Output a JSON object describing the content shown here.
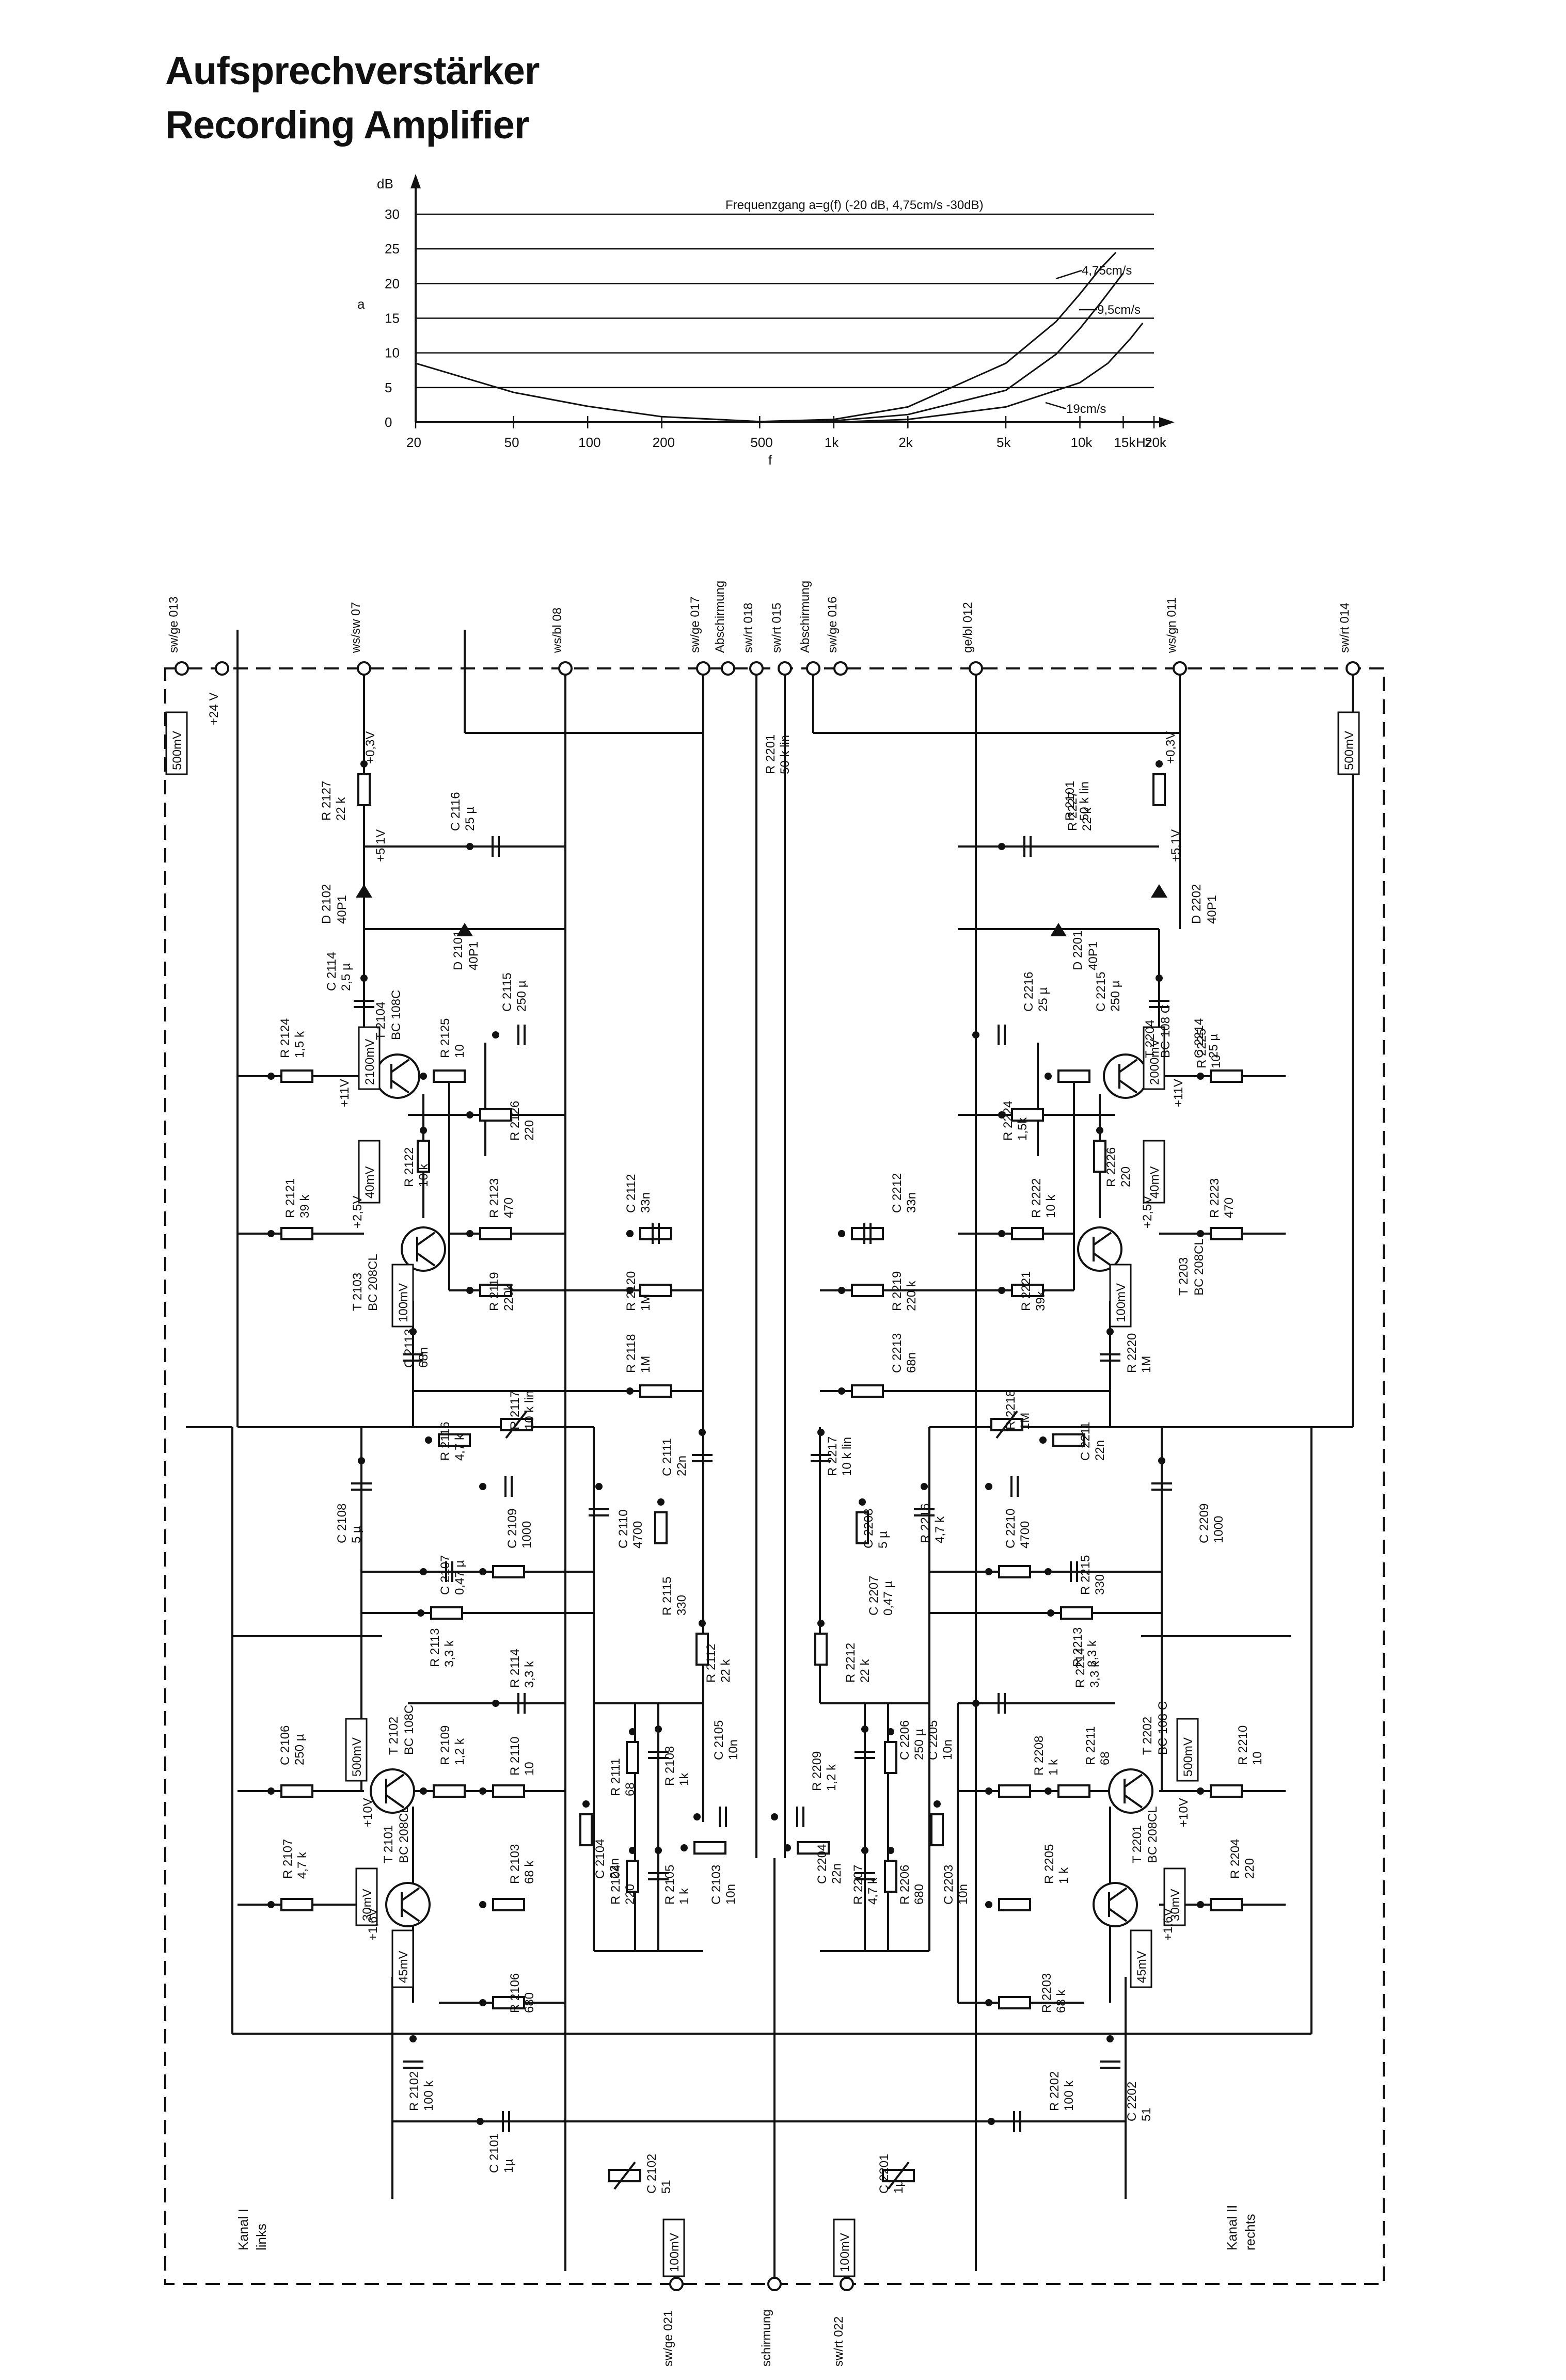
{
  "title": {
    "line1": "Aufsprechverstärker",
    "line2": "Recording Amplifier"
  },
  "chart_data": {
    "type": "line",
    "title": "Frequenzgang a=g(f) (-20 dB, 4,75cm/s -30dB)",
    "ylabel_unit": "dB",
    "ylabel": "a",
    "xlabel": "f",
    "x_unit": "Hz",
    "x_scale": "log",
    "y_ticks": [
      "30",
      "25",
      "20",
      "15",
      "10",
      "5",
      "0"
    ],
    "x_ticks": [
      "20",
      "50",
      "100",
      "200",
      "500",
      "1k",
      "2k",
      "5k",
      "10k",
      "15k",
      "20k"
    ],
    "ylim": [
      0,
      30
    ],
    "xlim": [
      20,
      20000
    ],
    "series": [
      {
        "name": "4,75cm/s",
        "x": [
          20,
          50,
          100,
          200,
          500,
          1000,
          2000,
          5000,
          8000,
          10000,
          12000,
          14000
        ],
        "y": [
          8.5,
          4.3,
          2.3,
          0.8,
          0.1,
          0.4,
          2.2,
          8.5,
          14.5,
          18.5,
          22,
          24.5
        ]
      },
      {
        "name": "9,5cm/s",
        "x": [
          500,
          1000,
          2000,
          5000,
          8000,
          10000,
          12000,
          15000
        ],
        "y": [
          0,
          0.2,
          1.1,
          4.6,
          9.8,
          13.5,
          17,
          21.5
        ]
      },
      {
        "name": "19cm/s",
        "x": [
          1000,
          2000,
          5000,
          10000,
          13000,
          16000,
          18000
        ],
        "y": [
          0,
          0.4,
          2.2,
          5.7,
          8.5,
          12,
          14.3
        ]
      }
    ]
  },
  "schematic": {
    "pins_top": [
      "sw/ge 013",
      "+24 V",
      "ws/sw 07",
      "ws/bl 08",
      "sw/ge 017",
      "Abschirmung",
      "sw/rt 018",
      "sw/rt 015",
      "Abschirmung",
      "sw/ge 016",
      "ge/bl 012",
      "ws/gn 011",
      "sw/rt 014"
    ],
    "pins_bottom": [
      "sw/ge 021",
      "schirmung",
      "sw/rt 022"
    ],
    "channel_left": {
      "label": "Kanal I",
      "side": "links"
    },
    "channel_right": {
      "label": "Kanal II",
      "side": "rechts"
    },
    "boxes": [
      "500mV",
      "500mV",
      "2100mV",
      "40mV",
      "100mV",
      "500mV",
      "30mV",
      "45mV",
      "100mV",
      "2000mV",
      "40mV",
      "100mV",
      "500mV",
      "30mV",
      "45mV",
      "100mV"
    ],
    "voltages": [
      "+0,3V",
      "+5,1V",
      "+11V",
      "+2,5V",
      "+10V",
      "+1,6V",
      "+0,3V",
      "+5,1V",
      "+11V",
      "+2,5V",
      "+10V",
      "+1,6V"
    ],
    "transistors": [
      {
        "ref": "T 2104",
        "type": "BC 108C"
      },
      {
        "ref": "T 2103",
        "type": "BC 208CL"
      },
      {
        "ref": "T 2102",
        "type": "BC 108C"
      },
      {
        "ref": "T 2101",
        "type": "BC 208CL"
      },
      {
        "ref": "T 2204",
        "type": "BC 108 C"
      },
      {
        "ref": "T 2203",
        "type": "BC 208CL"
      },
      {
        "ref": "T 2202",
        "type": "BC 108 C"
      },
      {
        "ref": "T 2201",
        "type": "BC 208CL"
      }
    ],
    "diodes": [
      {
        "ref": "D 2102",
        "value": "40P1"
      },
      {
        "ref": "D 2101",
        "value": "40P1"
      },
      {
        "ref": "D 2201",
        "value": "40P1"
      },
      {
        "ref": "D 2202",
        "value": "40P1"
      }
    ],
    "components": [
      {
        "ref": "R 2127",
        "value": "22 k"
      },
      {
        "ref": "C 2116",
        "value": "25 µ"
      },
      {
        "ref": "C 2114",
        "value": "2,5 µ"
      },
      {
        "ref": "R 2124",
        "value": "1,5 k"
      },
      {
        "ref": "R 2125",
        "value": "10"
      },
      {
        "ref": "C 2115",
        "value": "250 µ"
      },
      {
        "ref": "R 2126",
        "value": "220"
      },
      {
        "ref": "R 2122",
        "value": "10 k"
      },
      {
        "ref": "R 2121",
        "value": "39 k"
      },
      {
        "ref": "R 2123",
        "value": "470"
      },
      {
        "ref": "C 2112",
        "value": "33n"
      },
      {
        "ref": "R 2119",
        "value": "220k"
      },
      {
        "ref": "R 2120",
        "value": "1M"
      },
      {
        "ref": "C 2113",
        "value": "68n"
      },
      {
        "ref": "R 2118",
        "value": "1M"
      },
      {
        "ref": "R 2117",
        "value": "10 k lin"
      },
      {
        "ref": "R 2116",
        "value": "4,7 k"
      },
      {
        "ref": "C 2108",
        "value": "5 µ"
      },
      {
        "ref": "C 2109",
        "value": "1000"
      },
      {
        "ref": "C 2110",
        "value": "4700"
      },
      {
        "ref": "C 2111",
        "value": "22n"
      },
      {
        "ref": "C 2107",
        "value": "0,47 µ"
      },
      {
        "ref": "R 2115",
        "value": "330"
      },
      {
        "ref": "R 2113",
        "value": "3,3 k"
      },
      {
        "ref": "R 2112",
        "value": "22 k"
      },
      {
        "ref": "R 2114",
        "value": "3,3 k"
      },
      {
        "ref": "C 2106",
        "value": "250 µ"
      },
      {
        "ref": "R 2109",
        "value": "1,2 k"
      },
      {
        "ref": "R 2110",
        "value": "10"
      },
      {
        "ref": "R 2111",
        "value": "68"
      },
      {
        "ref": "R 2108",
        "value": "1k"
      },
      {
        "ref": "C 2105",
        "value": "10n"
      },
      {
        "ref": "C 2104",
        "value": "22n"
      },
      {
        "ref": "R 2107",
        "value": "4,7 k"
      },
      {
        "ref": "R 2103",
        "value": "68 k"
      },
      {
        "ref": "R 2104",
        "value": "220"
      },
      {
        "ref": "R 2105",
        "value": "1 k"
      },
      {
        "ref": "C 2103",
        "value": "10n"
      },
      {
        "ref": "R 2106",
        "value": "680"
      },
      {
        "ref": "R 2102",
        "value": "100 k"
      },
      {
        "ref": "C 2101",
        "value": "1µ"
      },
      {
        "ref": "C 2102",
        "value": "51"
      },
      {
        "ref": "R 2101",
        "value": "50 k lin"
      },
      {
        "ref": "R 2227",
        "value": "22 k"
      },
      {
        "ref": "C 2216",
        "value": "25 µ"
      },
      {
        "ref": "C 2215",
        "value": "250 µ"
      },
      {
        "ref": "R 2225",
        "value": "10"
      },
      {
        "ref": "C 2214",
        "value": "25 µ"
      },
      {
        "ref": "R 2224",
        "value": "1,5k"
      },
      {
        "ref": "R 2226",
        "value": "220"
      },
      {
        "ref": "R 2222",
        "value": "10 k"
      },
      {
        "ref": "R 2223",
        "value": "470"
      },
      {
        "ref": "C 2212",
        "value": "33n"
      },
      {
        "ref": "R 2221",
        "value": "39k"
      },
      {
        "ref": "R 2220",
        "value": "1M"
      },
      {
        "ref": "R 2219",
        "value": "220 k"
      },
      {
        "ref": "C 2213",
        "value": "68n"
      },
      {
        "ref": "R 2218",
        "value": "1M"
      },
      {
        "ref": "R 2217",
        "value": "10 k lin"
      },
      {
        "ref": "C 2211",
        "value": "22n"
      },
      {
        "ref": "R 2216",
        "value": "4,7 k"
      },
      {
        "ref": "C 2210",
        "value": "4700"
      },
      {
        "ref": "C 2209",
        "value": "1000"
      },
      {
        "ref": "C 2208",
        "value": "5 µ"
      },
      {
        "ref": "R 2215",
        "value": "330"
      },
      {
        "ref": "C 2207",
        "value": "0,47 µ"
      },
      {
        "ref": "R 2213",
        "value": "3,3 k"
      },
      {
        "ref": "R 2214",
        "value": "3,3 k"
      },
      {
        "ref": "R 2212",
        "value": "22 k"
      },
      {
        "ref": "C 2206",
        "value": "250 µ"
      },
      {
        "ref": "C 2205",
        "value": "10n"
      },
      {
        "ref": "R 2208",
        "value": "1 k"
      },
      {
        "ref": "R 2211",
        "value": "68"
      },
      {
        "ref": "R 2210",
        "value": "10"
      },
      {
        "ref": "R 2209",
        "value": "1,2 k"
      },
      {
        "ref": "C 2204",
        "value": "22n"
      },
      {
        "ref": "R 2207",
        "value": "4,7 k"
      },
      {
        "ref": "R 2206",
        "value": "680"
      },
      {
        "ref": "C 2203",
        "value": "10n"
      },
      {
        "ref": "R 2205",
        "value": "1 k"
      },
      {
        "ref": "R 2204",
        "value": "220"
      },
      {
        "ref": "R 2203",
        "value": "68 k"
      },
      {
        "ref": "R 2202",
        "value": "100 k"
      },
      {
        "ref": "C 2202",
        "value": "51"
      },
      {
        "ref": "C 2201",
        "value": "1µ"
      },
      {
        "ref": "R 2201",
        "value": "50 k lin"
      }
    ]
  }
}
